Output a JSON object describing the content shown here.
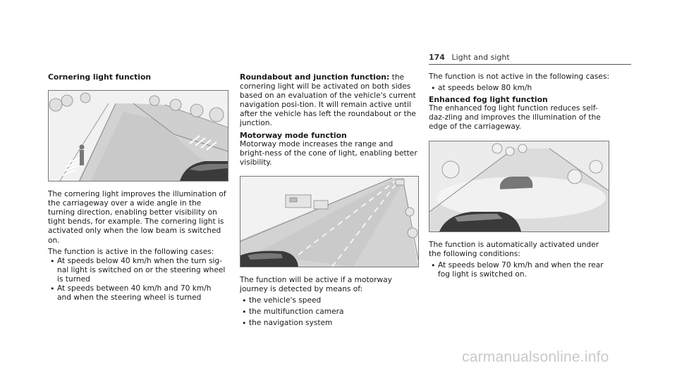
{
  "header": {
    "page_number": "174",
    "section": "Light and sight"
  },
  "col1": {
    "heading": "Cornering light function",
    "para1": "The cornering light improves the illumination of the carriageway over a wide angle in the turning direction, enabling better visibility on tight bends, for example. The cornering light is activated only when the low beam is switched on.",
    "para2": "The function is active in the following cases:",
    "bullets": [
      "At speeds below 40 km/h when the turn sig-nal light is switched on or the steering wheel is turned",
      "At speeds between 40 km/h and 70 km/h and when the steering wheel is turned"
    ]
  },
  "col2": {
    "roundabout_heading": "Roundabout and junction function:",
    "roundabout_text": " the cornering light will be activated on both sides based on an evaluation of the vehicle's current navigation posi-tion. It will remain active until after the vehicle has left the roundabout or the junction.",
    "motorway_heading": "Motorway mode function",
    "motorway_text": "Motorway mode increases the range and bright-ness of the cone of light, enabling better visibility.",
    "para": "The function will be active if a motorway journey is detected by means of:",
    "bullets": [
      "the vehicle's speed",
      "the multifunction camera",
      "the navigation system"
    ]
  },
  "col3": {
    "para1": "The function is not active in the following cases:",
    "bullets1": [
      "at speeds below 80 km/h"
    ],
    "fog_heading": "Enhanced fog light function",
    "fog_text": "The enhanced fog light function reduces self-daz-zling and improves the illumination of the edge of the carriageway.",
    "para2": "The function is automatically activated under the following conditions:",
    "bullets2": [
      "At speeds below 70 km/h and when the rear fog light is switched on."
    ]
  },
  "watermark": "carmanualsonline.info"
}
